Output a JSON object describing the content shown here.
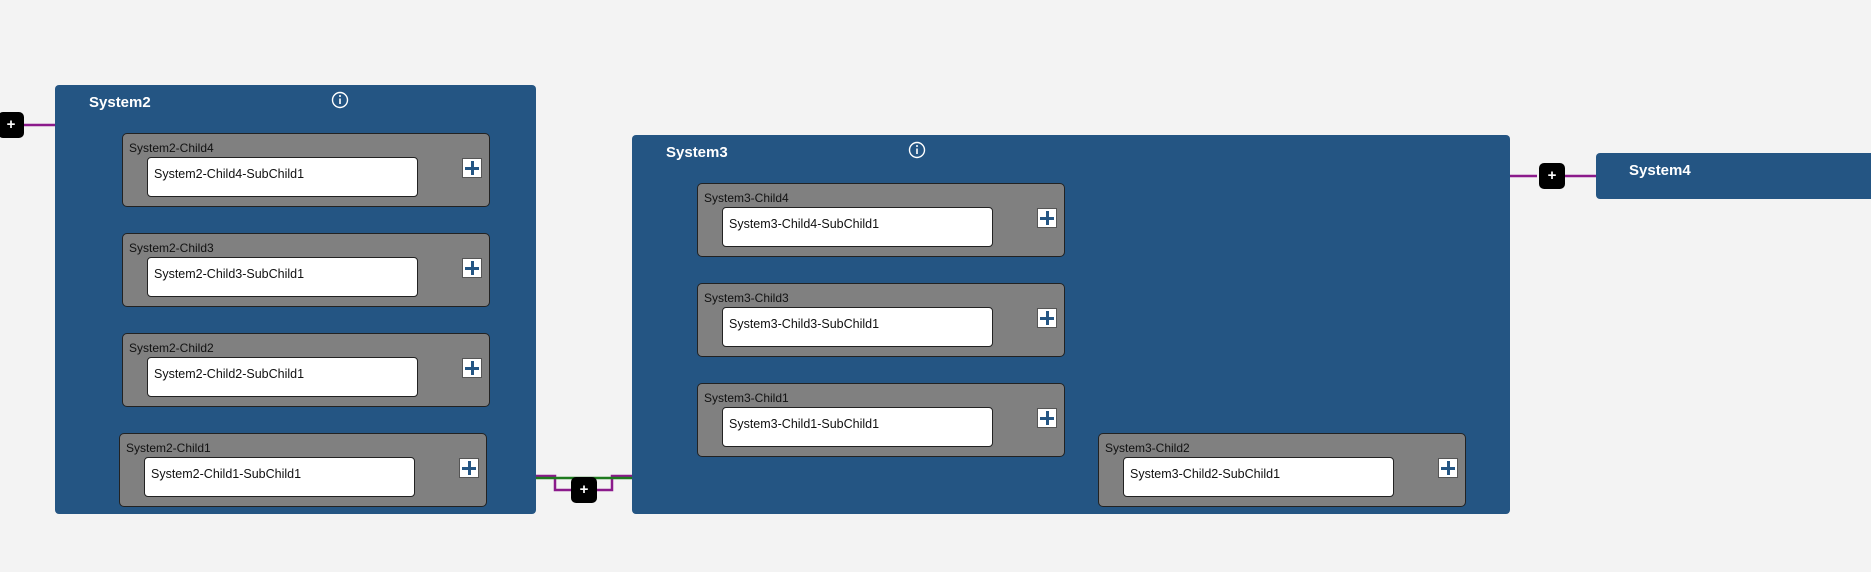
{
  "systems": {
    "system2": {
      "title": "System2",
      "children": [
        {
          "label": "System2-Child4",
          "sub": "System2-Child4-SubChild1"
        },
        {
          "label": "System2-Child3",
          "sub": "System2-Child3-SubChild1"
        },
        {
          "label": "System2-Child2",
          "sub": "System2-Child2-SubChild1"
        },
        {
          "label": "System2-Child1",
          "sub": "System2-Child1-SubChild1"
        }
      ]
    },
    "system3": {
      "title": "System3",
      "children": [
        {
          "label": "System3-Child4",
          "sub": "System3-Child4-SubChild1"
        },
        {
          "label": "System3-Child3",
          "sub": "System3-Child3-SubChild1"
        },
        {
          "label": "System3-Child1",
          "sub": "System3-Child1-SubChild1"
        },
        {
          "label": "System3-Child2",
          "sub": "System3-Child2-SubChild1"
        }
      ]
    },
    "system4": {
      "title": "System4"
    }
  },
  "add_button_label": "+",
  "colors": {
    "system_bg": "#245583",
    "child_bg": "#808080",
    "link_purple": "#8b1a8b",
    "link_green": "#1e7a1e"
  },
  "icons": {
    "info": "info-icon",
    "expand": "plus-square-icon"
  }
}
